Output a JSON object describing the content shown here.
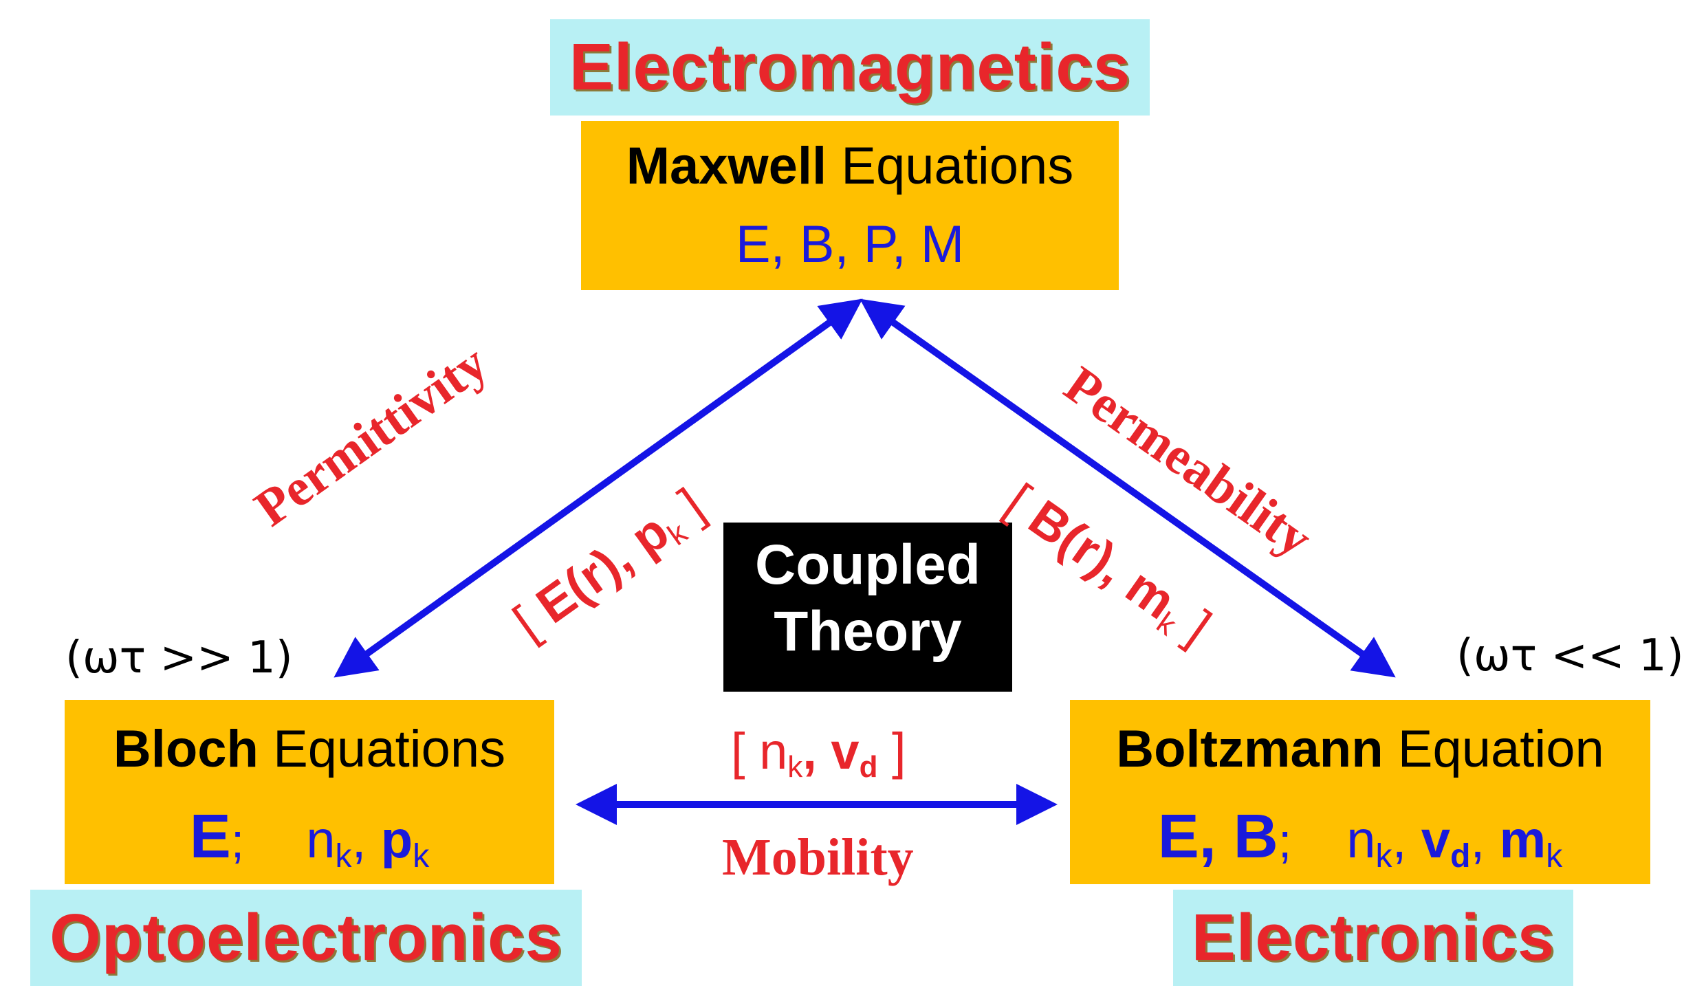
{
  "domains": {
    "top": "Electromagnetics",
    "left": "Optoelectronics",
    "right": "Electronics"
  },
  "maxwell": {
    "title_bold": "Maxwell",
    "title_rest": " Equations",
    "vars": "E, B, P, M"
  },
  "bloch": {
    "title_bold": "Bloch",
    "title_rest": " Equations",
    "var_E": "E",
    "var_semi": ";",
    "var_n": "n",
    "sub_k": "k",
    "comma": ",",
    "var_p": "p"
  },
  "boltzmann": {
    "title_bold": "Boltzmann",
    "title_rest": " Equation",
    "var_EB": "E, B",
    "var_semi": ";",
    "var_n": "n",
    "sub_k": "k",
    "comma": ",",
    "var_v": "v",
    "sub_d": "d",
    "var_m": "m"
  },
  "center": {
    "line1": "Coupled",
    "line2": "Theory"
  },
  "conditions": {
    "left": "(ωτ >> 1)",
    "right": "(ωτ << 1)"
  },
  "links": {
    "permittivity": "Permittivity",
    "permeability": "Permeability",
    "mobility": "Mobility",
    "left_open": "[ ",
    "left_E": "E(",
    "left_r": "r",
    "left_close_paren": "), ",
    "left_p": "p",
    "left_sub": "k",
    "left_end": " ]",
    "right_open": "[ ",
    "right_B": "B(",
    "right_r": "r",
    "right_close_paren": "), ",
    "right_m": "m",
    "right_sub": "k",
    "right_end": " ]",
    "mid_open": "[ n",
    "mid_sub_k": "k",
    "mid_comma": ", ",
    "mid_v": "v",
    "mid_sub_d": "d",
    "mid_end": " ]"
  },
  "colors": {
    "arrow": "#1414e6",
    "box": "#ffc000",
    "label_bg": "#b8f0f4",
    "red": "#e8262b",
    "blue_text": "#1a1adb"
  }
}
